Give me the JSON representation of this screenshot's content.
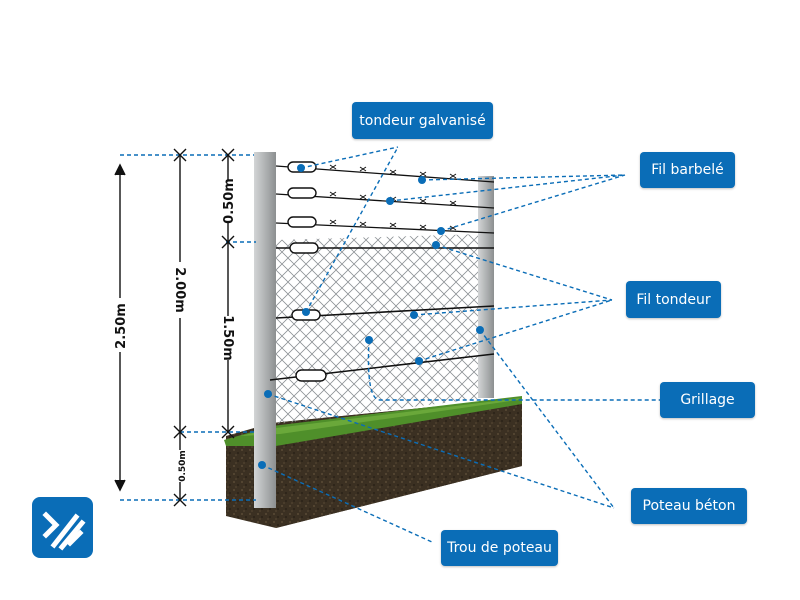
{
  "callouts": {
    "tensioner": "tondeur galvanisé",
    "barbed_wire": "Fil barbelé",
    "tension_wire": "Fil tondeur",
    "mesh": "Grillage",
    "concrete_post": "Poteau béton",
    "post_hole": "Trou de poteau"
  },
  "dimensions": {
    "total": "2.50m",
    "above_ground": "2.00m",
    "barbed_section": "0.50m",
    "mesh_section": "1.50m",
    "buried": "0.50m"
  },
  "colors": {
    "accent": "#0a6db7",
    "leader": "#0a6db7",
    "grass": "#4f8f2a",
    "soil": "#3b3022",
    "post": "#b9bcbd"
  },
  "icons": {
    "logo": "brand-logo-icon"
  }
}
